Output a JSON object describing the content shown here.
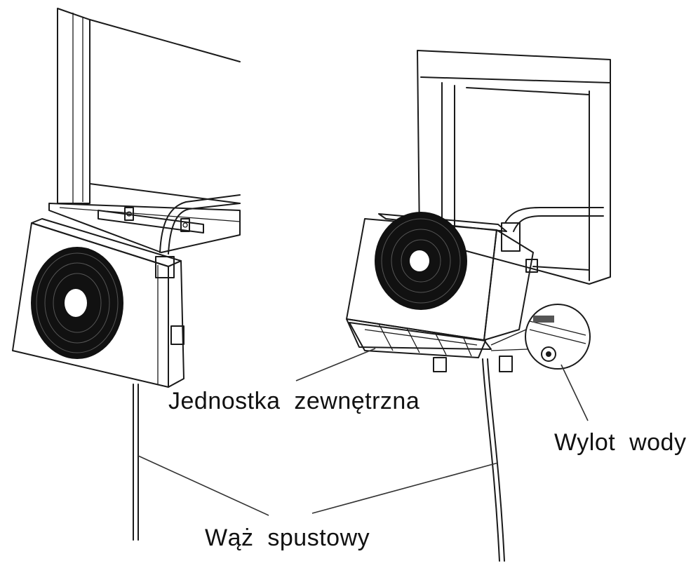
{
  "labels": {
    "outdoor_unit": "Jednostka  zewnętrzna",
    "water_outlet": "Wylot  wody",
    "drain_hose": "Wąż  spustowy"
  },
  "colors": {
    "line": "#1a1a1a",
    "fan": "#111111",
    "background": "#ffffff"
  }
}
